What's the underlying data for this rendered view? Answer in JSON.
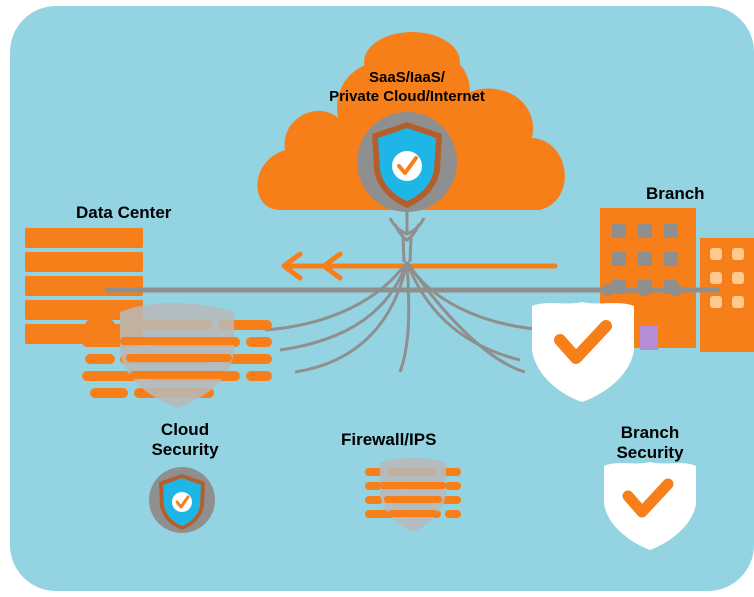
{
  "labels": {
    "cloud": "SaaS/IaaS/\nPrivate Cloud/Internet",
    "data_center": "Data Center",
    "branch": "Branch",
    "cloud_security": "Cloud\nSecurity",
    "firewall_ips": "Firewall/IPS",
    "branch_security": "Branch\nSecurity"
  },
  "colors": {
    "background": "#94d3e2",
    "orange": "#f77f19",
    "gray": "#8f8f8f",
    "light_gray": "#b9b9b9",
    "shield_blue": "#1eb6e6",
    "shield_border": "#b45f2b",
    "white": "#ffffff",
    "purple": "#b58cd6"
  },
  "icons": [
    "cloud-icon",
    "shield-check-icon",
    "server-rack-icon",
    "building-icon",
    "firewall-icon",
    "arrow-left-icon"
  ]
}
